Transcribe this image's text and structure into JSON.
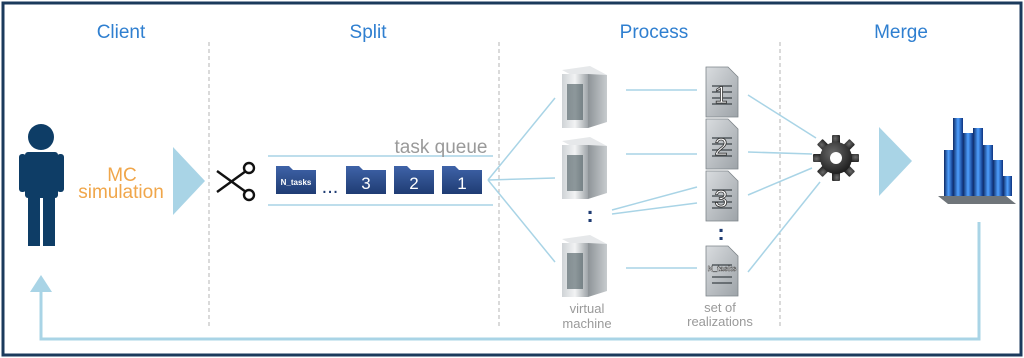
{
  "headers": {
    "client": "Client",
    "split": "Split",
    "process": "Process",
    "merge": "Merge"
  },
  "client": {
    "mc_line1": "MC",
    "mc_line2": "simulation"
  },
  "split": {
    "queue_label": "task queue",
    "folders": [
      "N_tasks",
      "3",
      "2",
      "1"
    ],
    "ellipsis": "..."
  },
  "process": {
    "vm_label_line1": "virtual",
    "vm_label_line2": "machine",
    "realization_label_line1": "set of",
    "realization_label_line2": "realizations",
    "doc_numbers": [
      "1",
      "2",
      "3",
      "N_tasks"
    ],
    "vertical_dots": ":"
  },
  "colors": {
    "frame": "#1b3a5c",
    "header_blue": "#2f7fd0",
    "accent_orange": "#f0a64a",
    "arrow_light_blue": "#a9d4e6",
    "person": "#0e3d66",
    "folder": "#2c4f8c",
    "line": "#a9d4e6"
  }
}
